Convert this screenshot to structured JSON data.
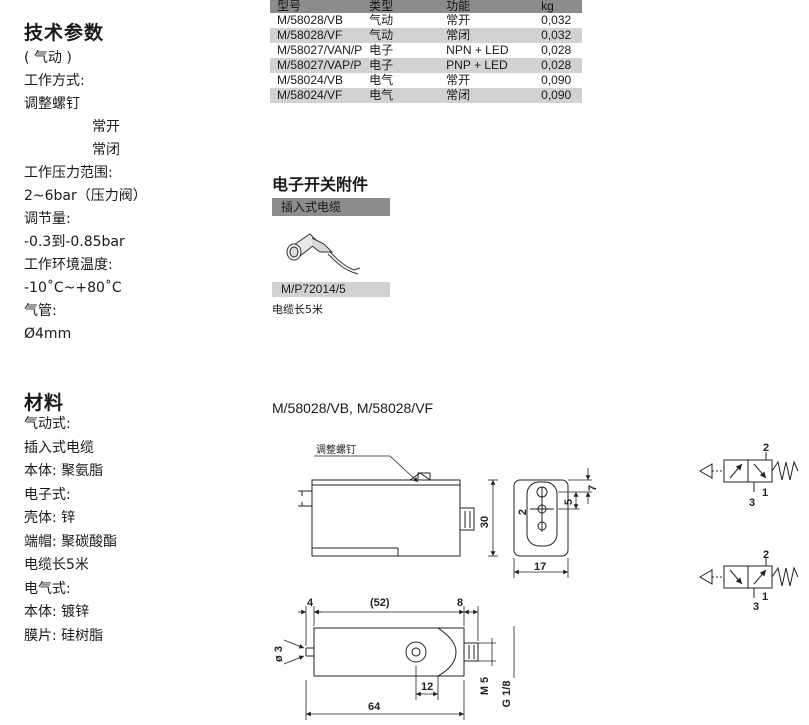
{
  "specs": {
    "title": "技术参数",
    "items": [
      "( 气动 )",
      "工作方式:",
      "调整螺钉",
      "常开",
      "常闭",
      "工作压力范围:",
      "2~6bar（压力阀）",
      "调节量:",
      "-0.3到-0.85bar",
      "工作环境温度:",
      "-10˚C~+80˚C",
      "气管:",
      "Ø4mm"
    ]
  },
  "materials": {
    "title": "材料",
    "items": [
      "气动式:",
      "插入式电缆",
      "本体:  聚氨脂",
      "电子式:",
      "壳体:  锌",
      "端帽:  聚碳酸酯",
      "电缆长5米",
      "电气式:",
      "本体:  镀锌",
      "膜片:  硅树脂"
    ]
  },
  "table": {
    "headers": [
      "型号",
      "类型",
      "功能",
      "kg"
    ],
    "rows": [
      [
        "M/58028/VB",
        "气动",
        "常开",
        "0,032"
      ],
      [
        "M/58028/VF",
        "气动",
        "常闭",
        "0,032"
      ],
      [
        "M/58027/VAN/P",
        "电子",
        "NPN + LED",
        "0,028"
      ],
      [
        "M/58027/VAP/P",
        "电子",
        "PNP + LED",
        "0,028"
      ],
      [
        "M/58024/VB",
        "电气",
        "常开",
        "0,090"
      ],
      [
        "M/58024/VF",
        "电气",
        "常闭",
        "0,090"
      ]
    ]
  },
  "accessory": {
    "title": "电子开关附件",
    "header": "插入式电缆",
    "code": "M/P72014/5",
    "note": "电缆长5米"
  },
  "drawing": {
    "title": "M/58028/VB, M/58028/VF",
    "callout": "调整螺钉",
    "dims": {
      "d30": "30",
      "d17": "17",
      "d7": "7",
      "d5": "5",
      "d2": "2",
      "d4": "4",
      "d52": "(52)",
      "d8": "8",
      "d3": "ø 3",
      "d12": "12",
      "d64": "64",
      "m5": "M 5",
      "g18": "G 1/8"
    },
    "symbol_ports": {
      "p2a": "2",
      "p1a": "1",
      "p3a": "3",
      "p2b": "2",
      "p1b": "1",
      "p3b": "3"
    }
  }
}
